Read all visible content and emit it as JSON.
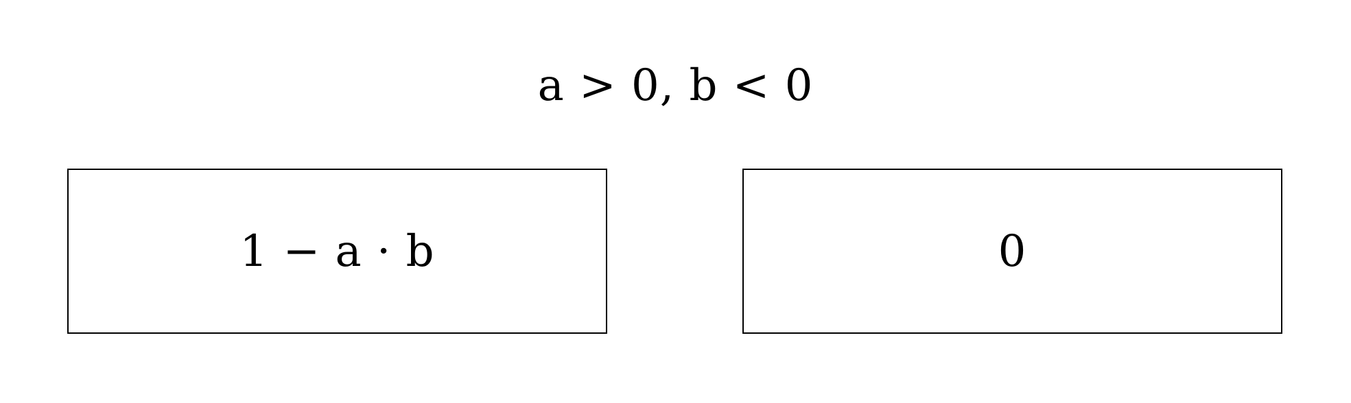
{
  "condition": {
    "text": "a > 0, b < 0"
  },
  "boxes": [
    {
      "label": "1 − a · b"
    },
    {
      "label": "0"
    }
  ]
}
